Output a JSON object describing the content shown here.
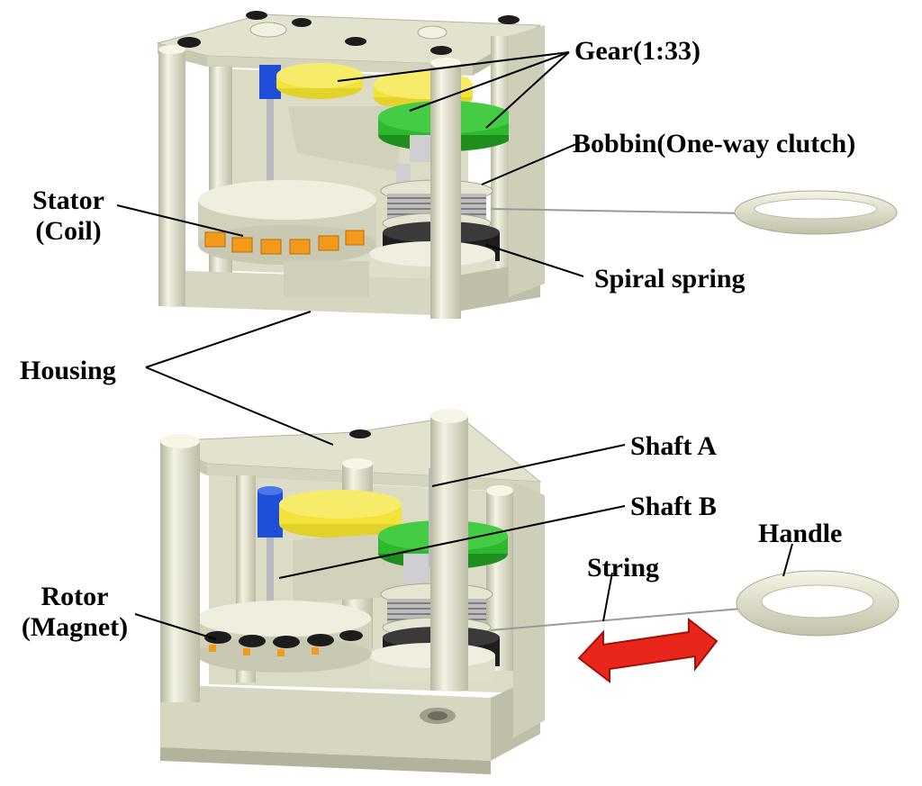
{
  "labels": {
    "gear": "Gear(1:33)",
    "bobbin": "Bobbin(One-way clutch)",
    "stator_line1": "Stator",
    "stator_line2": "(Coil)",
    "spiral_spring": "Spiral spring",
    "housing": "Housing",
    "shaft_a": "Shaft A",
    "shaft_b": "Shaft B",
    "handle": "Handle",
    "string": "String",
    "rotor_line1": "Rotor",
    "rotor_line2": "(Magnet)"
  },
  "colors": {
    "housing": "#e3e2cf",
    "housing_shade": "#c9c8b2",
    "gear_yellow": "#f2e23a",
    "gear_green": "#2eb82e",
    "shaft_blue": "#1f4fd6",
    "coil_orange": "#f29a1c",
    "spring_black": "#1e1e1e",
    "arrow_red": "#e8261c"
  }
}
